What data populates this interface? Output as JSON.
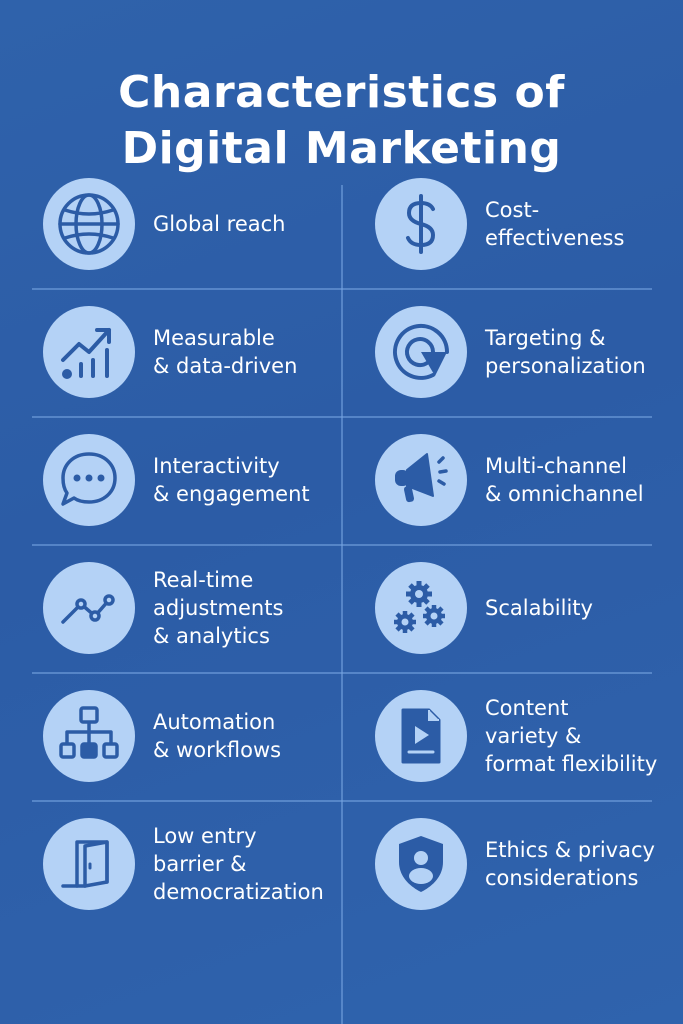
{
  "title": {
    "line1": "Characteristics of",
    "line2": "Digital Marketing"
  },
  "colors": {
    "background": "#2e5fa8",
    "icon_circle": "#b4d2f6",
    "icon_stroke": "#2c5ca6",
    "divider": "#5a86c8",
    "text": "#ffffff"
  },
  "items": [
    {
      "label": "Global reach",
      "icon": "globe-icon"
    },
    {
      "label": "Cost-\neffectiveness",
      "icon": "dollar-icon"
    },
    {
      "label": "Measurable\n& data-driven",
      "icon": "growth-chart-icon"
    },
    {
      "label": "Targeting &\npersonalization",
      "icon": "target-icon"
    },
    {
      "label": "Interactivity\n& engagement",
      "icon": "chat-bubble-icon"
    },
    {
      "label": "Multi-channel\n& omnichannel",
      "icon": "megaphone-icon"
    },
    {
      "label": "Real-time\nadjustments\n& analytics",
      "icon": "line-chart-icon"
    },
    {
      "label": "Scalability",
      "icon": "gears-icon"
    },
    {
      "label": "Automation\n& workflows",
      "icon": "workflow-icon"
    },
    {
      "label": "Content\nvariety &\nformat flexibility",
      "icon": "video-file-icon"
    },
    {
      "label": "Low entry\nbarrier &\ndemocratization",
      "icon": "door-icon"
    },
    {
      "label": "Ethics & privacy\nconsiderations",
      "icon": "shield-user-icon"
    }
  ]
}
